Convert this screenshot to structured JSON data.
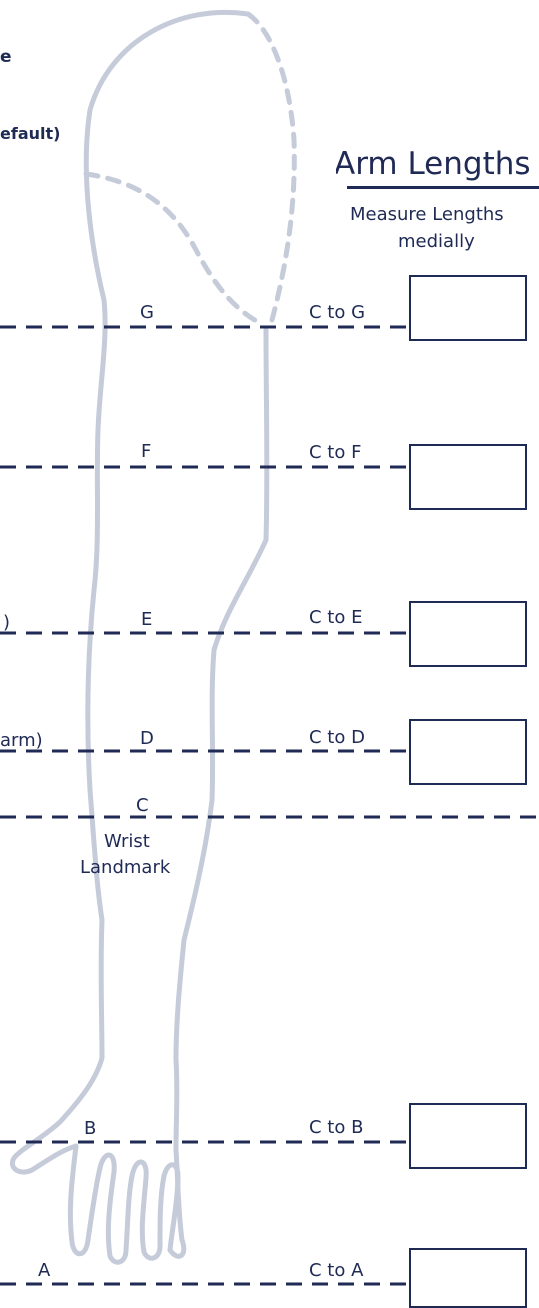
{
  "cut_labels": {
    "line1": "e",
    "line2": "efault)",
    "left_e": ")",
    "left_d": "arm)"
  },
  "heading": {
    "title": "Arm Lengths",
    "subtitle_1": "Measure Lengths",
    "subtitle_2": "medially"
  },
  "landmarks": {
    "G": "G",
    "F": "F",
    "E": "E",
    "D": "D",
    "C": "C",
    "B": "B",
    "A": "A"
  },
  "wrist_label": {
    "line1": "Wrist",
    "line2": "Landmark"
  },
  "measurements": [
    {
      "id": "g",
      "label": "C to G"
    },
    {
      "id": "f",
      "label": "C to F"
    },
    {
      "id": "e",
      "label": "C to E"
    },
    {
      "id": "d",
      "label": "C to D"
    },
    {
      "id": "b",
      "label": "C to B"
    },
    {
      "id": "a",
      "label": "C to A"
    }
  ],
  "colors": {
    "ink": "#1f2a55",
    "arm_outline": "#c5cbd9"
  }
}
